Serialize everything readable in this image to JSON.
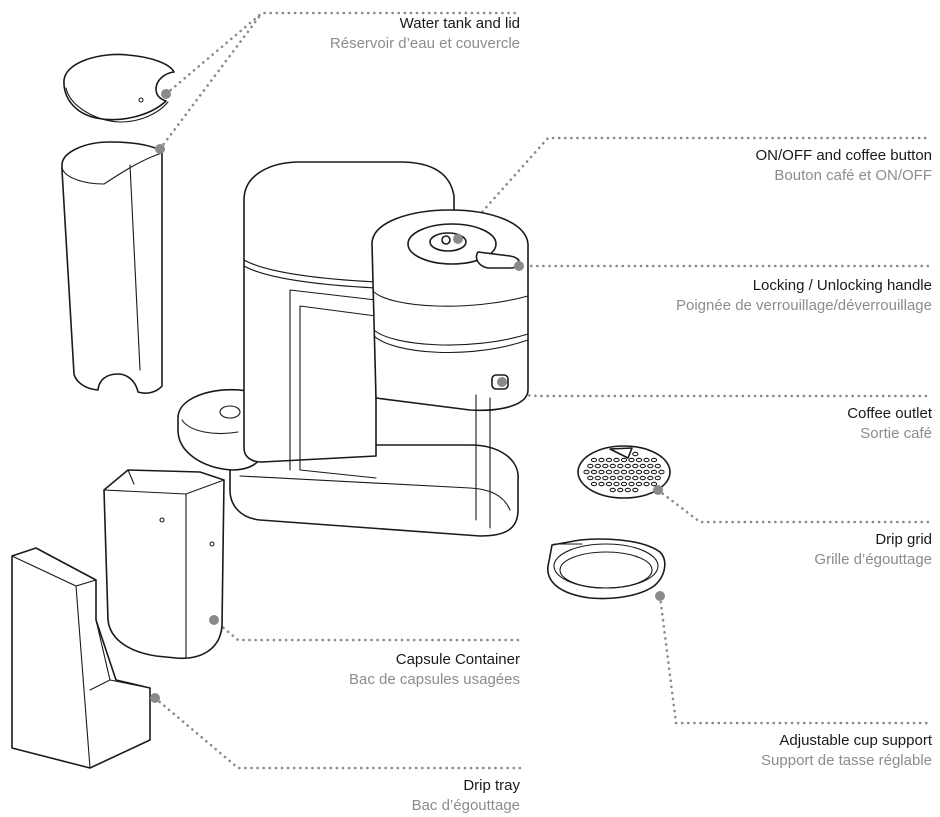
{
  "colors": {
    "ink": "#1a1a1a",
    "leader": "#8a8a8a",
    "secondary_text": "#8c8c8c",
    "background": "#ffffff"
  },
  "labels": {
    "water_tank": {
      "en": "Water tank and lid",
      "fr": "Réservoir d’eau et couvercle"
    },
    "on_off": {
      "en": "ON/OFF and coffee button",
      "fr": "Bouton café et ON/OFF"
    },
    "locking": {
      "en": "Locking / Unlocking handle",
      "fr": "Poignée de verrouillage/déverrouillage"
    },
    "coffee_outlet": {
      "en": "Coffee outlet",
      "fr": "Sortie café"
    },
    "drip_grid": {
      "en": "Drip grid",
      "fr": "Grille d’égouttage"
    },
    "capsule_container": {
      "en": "Capsule Container",
      "fr": "Bac de capsules usagées"
    },
    "cup_support": {
      "en": "Adjustable cup support",
      "fr": "Support de tasse réglable"
    },
    "drip_tray": {
      "en": "Drip tray",
      "fr": "Bac d’égouttage"
    }
  }
}
